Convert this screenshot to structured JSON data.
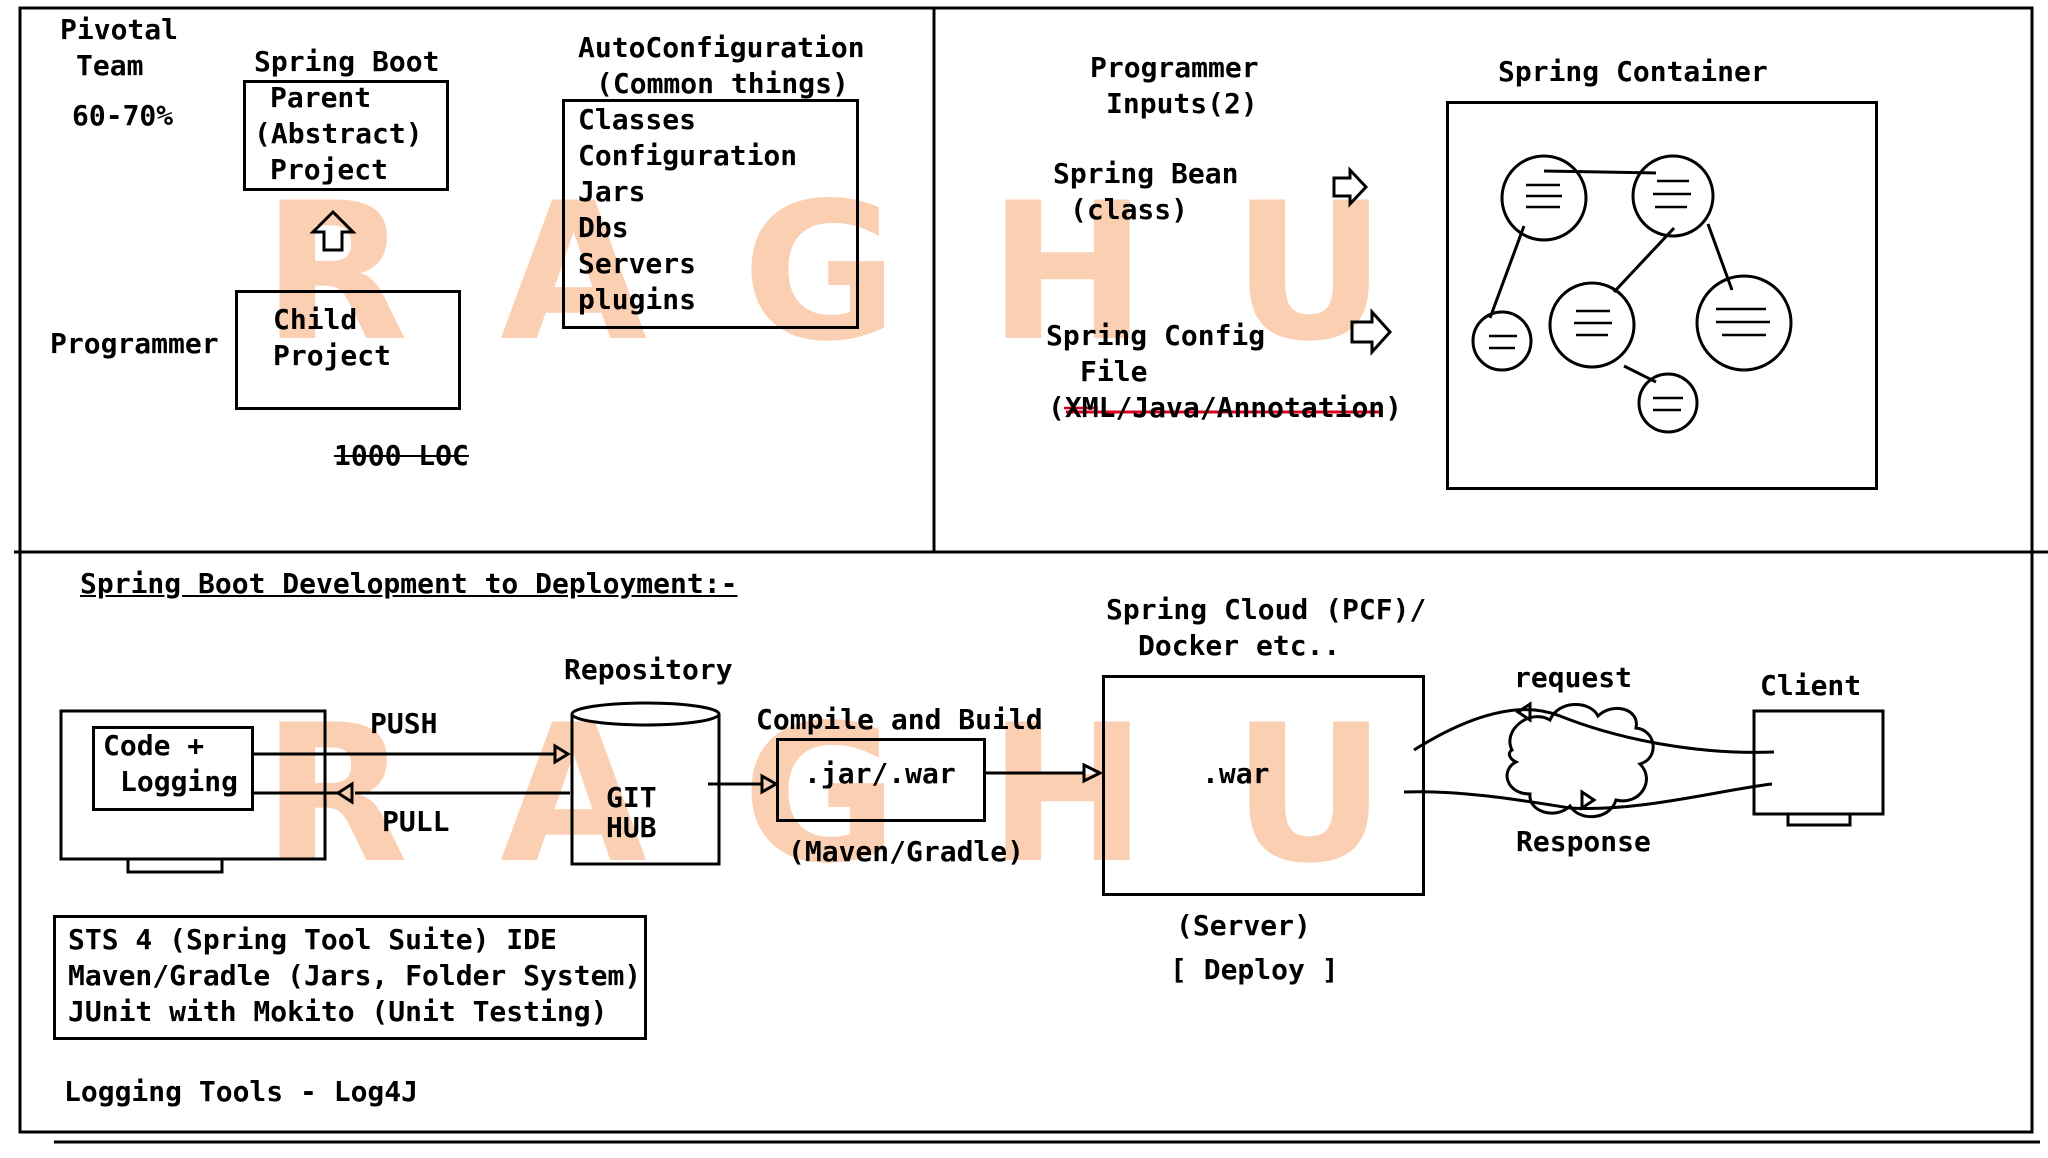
{
  "watermark": [
    "R",
    "A",
    "G",
    "H",
    "U"
  ],
  "top_left": {
    "pivotal_team": [
      "Pivotal",
      "Team"
    ],
    "percent": "60-70%",
    "spring_boot_label": "Spring Boot",
    "parent_project": [
      "Parent",
      "(Abstract)",
      "Project"
    ],
    "programmer_label": "Programmer",
    "child_project": [
      "Child",
      "Project"
    ],
    "loc": "1000 LOC",
    "autoconfig_title": [
      "AutoConfiguration",
      "(Common things)"
    ],
    "autoconfig_items": [
      "Classes",
      "Configuration",
      "Jars",
      "Dbs",
      "Servers",
      "plugins"
    ]
  },
  "top_right": {
    "programmer_inputs": [
      "Programmer",
      "Inputs(2)"
    ],
    "spring_bean": [
      "Spring Bean",
      "(class)"
    ],
    "spring_config": [
      "Spring Config",
      "File"
    ],
    "config_types_open": "(",
    "config_types_xml": "XML",
    "config_types_rest": "/Java/Annotation",
    "config_types_close": ")",
    "container_title": "Spring Container"
  },
  "bottom": {
    "section_title": "Spring Boot Development to Deployment:-",
    "code_logging": [
      "Code +",
      "Logging"
    ],
    "push": "PUSH",
    "pull": "PULL",
    "repository": "Repository",
    "github": [
      "GIT",
      "HUB"
    ],
    "compile_build": "Compile and Build",
    "jar_war": ".jar/.war",
    "maven_gradle": "(Maven/Gradle)",
    "cloud": [
      "Spring Cloud (PCF)/",
      "Docker etc.."
    ],
    "war": ".war",
    "server": "(Server)",
    "deploy": "[ Deploy ]",
    "request": "request",
    "response": "Response",
    "client": "Client",
    "tools": [
      "STS 4 (Spring Tool Suite) IDE",
      "Maven/Gradle (Jars, Folder System)",
      "JUnit with Mokito (Unit Testing)"
    ],
    "logging_tools": "Logging Tools - Log4J"
  },
  "colors": {
    "watermark": "#fbc7a4",
    "ink": "#000000",
    "red_mark": "#d8001c"
  }
}
